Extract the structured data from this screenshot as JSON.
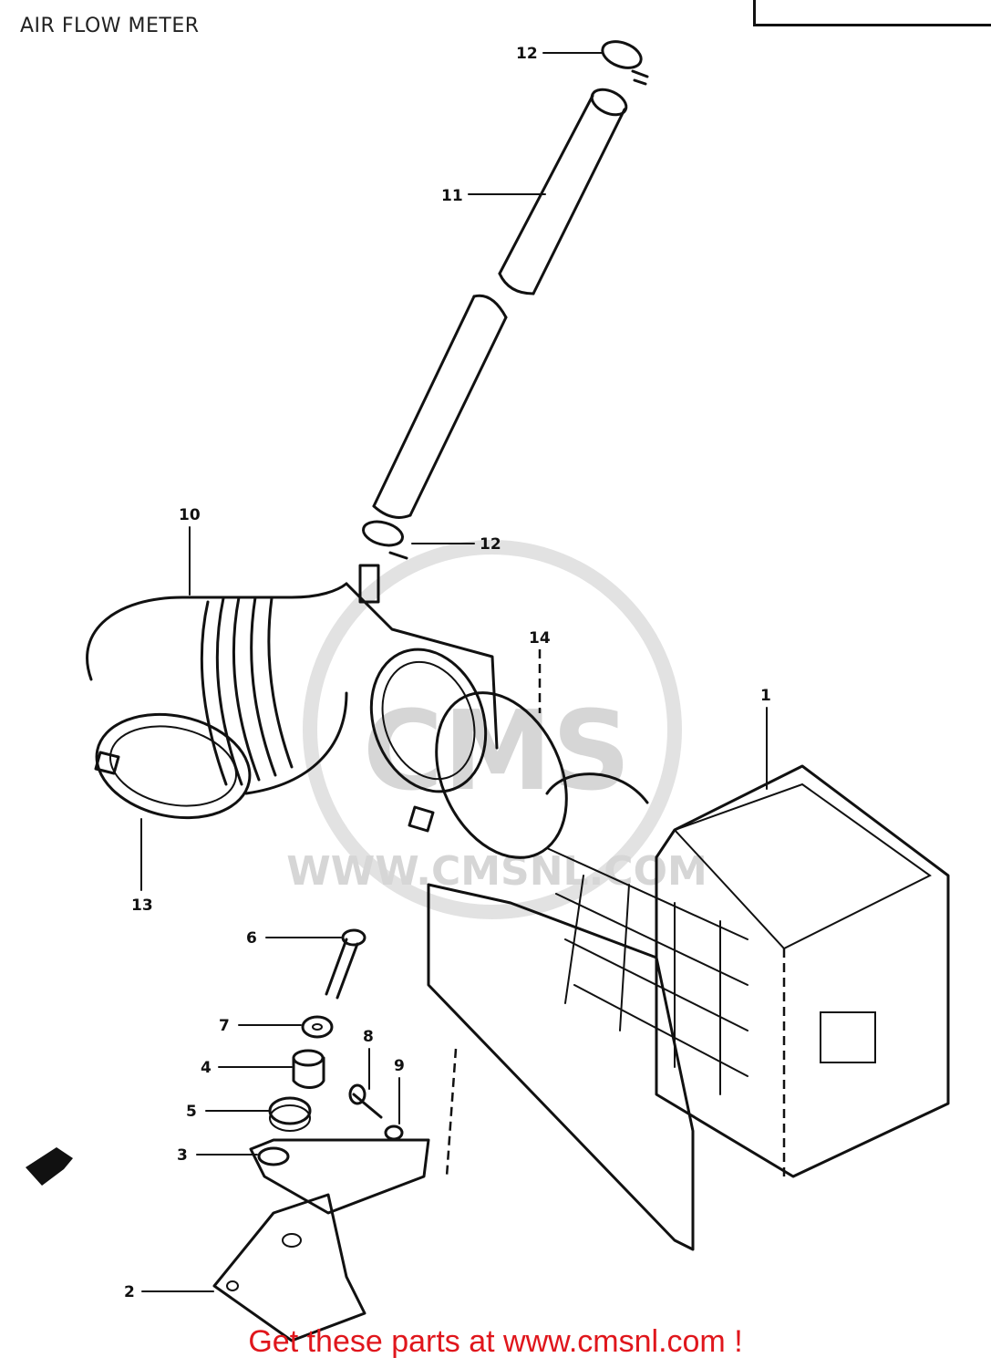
{
  "page": {
    "title": "AIR FLOW METER"
  },
  "watermark": {
    "brand": "CMS",
    "url": "WWW.CMSNL.COM"
  },
  "callouts": {
    "p1": "1",
    "p2": "2",
    "p3": "3",
    "p4": "4",
    "p5": "5",
    "p6": "6",
    "p7": "7",
    "p8": "8",
    "p9": "9",
    "p10": "10",
    "p11": "11",
    "p12a": "12",
    "p12b": "12",
    "p13": "13",
    "p14": "14"
  },
  "icons": {
    "front_arrow": "front-direction-arrow-icon"
  },
  "footer": {
    "cta": "Get these parts at www.cmsnl.com !"
  },
  "colors": {
    "line": "#111111",
    "cta": "#e0161c",
    "watermark": "#d6d6d6"
  }
}
